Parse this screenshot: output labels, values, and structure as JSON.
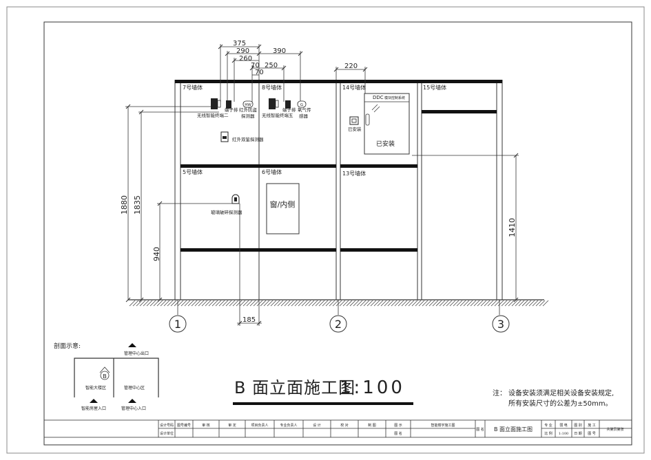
{
  "drawing": {
    "title": "B 面立面施工图",
    "scale": "1:100",
    "note_prefix": "注：",
    "note_line1": "设备安装须满足相关设备安装规定,",
    "note_line2": "所有安装尺寸的公差为±50mm。"
  },
  "walls": {
    "w7": "7号墙体",
    "w8": "8号墙体",
    "w14": "14号墙体",
    "w15": "15号墙体",
    "w5": "5号墙体",
    "w6": "6号墙体",
    "w13": "13号墙体"
  },
  "devices": {
    "wireless2": "无线智能终端二",
    "terminal_a": "端子排",
    "ir_probe_a": "红外防盗",
    "ir_probe_b": "探测器",
    "wireless5": "无线智能终端五",
    "terminal_b": "端子排",
    "gas_a": "氧气传",
    "gas_b": "感器",
    "ir_dual": "红外双鉴探测器",
    "glass": "玻璃破碎探测器",
    "window": "窗/内侧",
    "ddc": "DDC",
    "ddc_sub": "模块控制系统",
    "installed_small": "已安装",
    "installed": "已安装",
    "hw_label": "HW",
    "g_label": "G"
  },
  "dimensions": {
    "d375": "375",
    "d290": "290",
    "d260": "260",
    "d390": "390",
    "d70a": "70",
    "d250": "250",
    "d70b": "70",
    "d220": "220",
    "d1880": "1880",
    "d1835": "1835",
    "d940": "940",
    "d1410": "1410",
    "d185": "185"
  },
  "axes": {
    "a1": "1",
    "a2": "2",
    "a3": "3"
  },
  "section": {
    "title": "剖面示意:",
    "exit_top": "管理中心出口",
    "zone_left": "智能大楼区",
    "zone_right": "管理中心区",
    "marker": "B",
    "entry_left": "智能房屋入口",
    "entry_right": "管理中心入口"
  },
  "title_block": {
    "row1": [
      "设计号码",
      "图号编号",
      "审  核",
      "审  定",
      "项目负责人",
      "专业负责人",
      "设  计",
      "校  对",
      "制  图",
      "图  示"
    ],
    "row1_b": [
      "设计单位",
      "",
      "",
      "",
      "",
      "",
      "",
      "",
      "",
      ""
    ],
    "project": "智能楼宇施工图",
    "project_b": "图  名",
    "sheet_b_label": "图 名",
    "sheet_title": "B 面立面施工图",
    "right_cells": [
      "专  业",
      "弱  电",
      "图  别",
      "施  工",
      "比  例",
      "1:100",
      "日  期",
      "图  号"
    ],
    "right_last": "共第页第张"
  }
}
